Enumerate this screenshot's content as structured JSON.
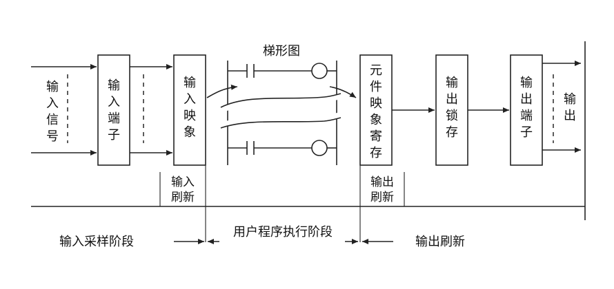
{
  "diagram": {
    "input_signal": [
      "输",
      "入",
      "信",
      "号"
    ],
    "input_terminal": [
      "输",
      "入",
      "端",
      "子"
    ],
    "input_image": [
      "输",
      "入",
      "映",
      "象"
    ],
    "ladder_title": "梯形图",
    "element_register": [
      "元",
      "件",
      "映",
      "象",
      "寄",
      "存"
    ],
    "output_latch": [
      "输",
      "出",
      "锁",
      "存"
    ],
    "output_terminal": [
      "输",
      "出",
      "端",
      "子"
    ],
    "output": [
      "输",
      "出"
    ],
    "input_refresh": [
      "输入",
      "刷新"
    ],
    "output_refresh_small": [
      "输出",
      "刷新"
    ],
    "phase_input_sampling": "输入采样阶段",
    "phase_user_program": "用户程序执行阶段",
    "phase_output_refresh": "输出刷新"
  }
}
